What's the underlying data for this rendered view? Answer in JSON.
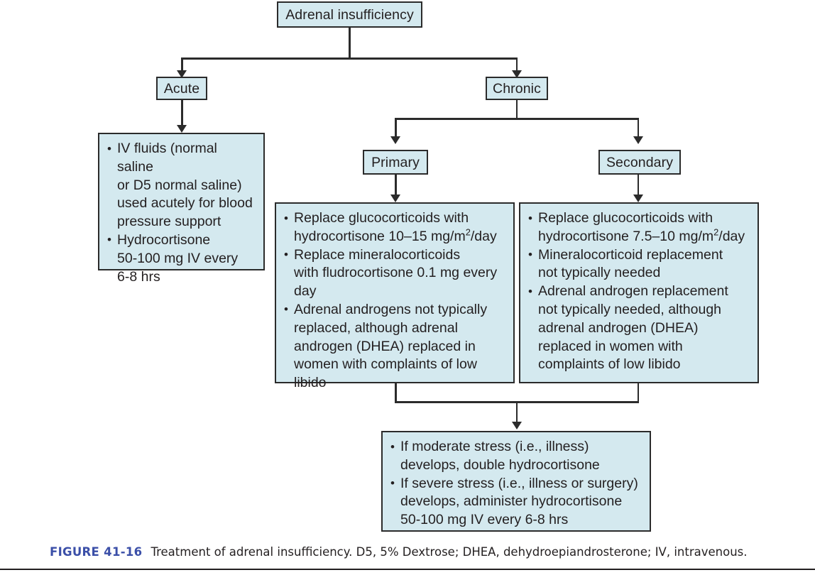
{
  "figure": {
    "number_label": "FIGURE 41-16",
    "caption": "Treatment of adrenal insufficiency. D5, 5% Dextrose; DHEA, dehydroepiandrosterone; IV, intravenous.",
    "accent_color": "#3b4fa8",
    "box_fill_color": "#d4e9ef",
    "box_border_color": "#2b2b2b",
    "text_color": "#231f20"
  },
  "nodes": {
    "root": {
      "label": "Adrenal insufficiency"
    },
    "acute": {
      "label": "Acute"
    },
    "chronic": {
      "label": "Chronic"
    },
    "primary": {
      "label": "Primary"
    },
    "secondary": {
      "label": "Secondary"
    }
  },
  "acute_treatment": {
    "bullets": [
      "IV fluids (normal saline or D5 normal saline) used acutely for blood pressure support",
      "Hydrocortisone 50-100 mg IV every 6-8 hrs"
    ],
    "lines": [
      [
        "IV fluids (normal saline",
        "or D5 normal saline)",
        "used acutely for blood",
        "pressure support"
      ],
      [
        "Hydrocortisone",
        "50-100 mg IV every",
        "6-8 hrs"
      ]
    ]
  },
  "primary_treatment": {
    "bullets": [
      "Replace glucocorticoids with hydrocortisone 10–15 mg/m2/day",
      "Replace mineralocorticoids with fludrocortisone 0.1 mg every day",
      "Adrenal androgens not typically replaced, although adrenal androgen (DHEA) replaced in women with complaints of low libido"
    ],
    "b1_l1": "Replace glucocorticoids with",
    "b1_l2a": "hydrocortisone 10–15 mg/m",
    "b1_sup": "2",
    "b1_l2b": "/day",
    "b2_l1": "Replace mineralocorticoids",
    "b2_l2": "with fludrocortisone 0.1 mg every day",
    "b3_l1": "Adrenal androgens not typically",
    "b3_l2": "replaced, although adrenal",
    "b3_l3": "androgen (DHEA) replaced in",
    "b3_l4": "women with complaints of low",
    "b3_l5": "libido"
  },
  "secondary_treatment": {
    "bullets": [
      "Replace glucocorticoids with hydrocortisone 7.5–10 mg/m2/day",
      "Mineralocorticoid replacement not typically needed",
      "Adrenal androgen replacement not typically needed, although adrenal androgen (DHEA) replaced in women with complaints of low libido"
    ],
    "b1_l1": "Replace glucocorticoids with",
    "b1_l2a": "hydrocortisone 7.5–10 mg/m",
    "b1_sup": "2",
    "b1_l2b": "/day",
    "b2_l1": "Mineralocorticoid replacement",
    "b2_l2": "not typically needed",
    "b3_l1": "Adrenal androgen replacement",
    "b3_l2": "not typically needed, although",
    "b3_l3": "adrenal androgen (DHEA)",
    "b3_l4": "replaced in women with",
    "b3_l5": "complaints of low libido"
  },
  "stress_management": {
    "bullets": [
      "If moderate stress (i.e., illness) develops, double hydrocortisone",
      "If severe stress (i.e., illness or surgery) develops, administer hydrocortisone 50-100 mg IV every 6-8 hrs"
    ],
    "b1_l1": "If moderate stress (i.e., illness)",
    "b1_l2": "develops, double hydrocortisone",
    "b2_l1": "If severe stress (i.e., illness or surgery)",
    "b2_l2": "develops, administer hydrocortisone",
    "b2_l3": "50-100 mg IV every 6-8 hrs"
  }
}
